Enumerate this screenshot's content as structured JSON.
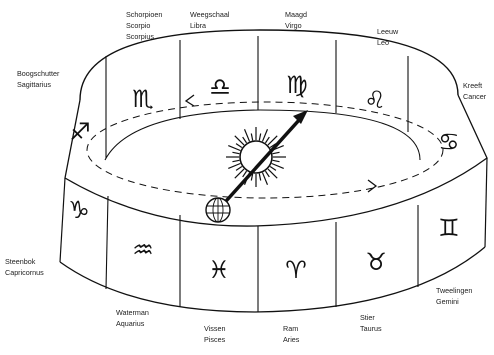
{
  "diagram": {
    "labels": {
      "scorpio": [
        "Schorpioen",
        "Scorpio",
        "Scorpius"
      ],
      "libra": [
        "Weegschaal",
        "Libra"
      ],
      "virgo": [
        "Maagd",
        "Virgo"
      ],
      "leo": [
        "Leeuw",
        "Leo"
      ],
      "cancer": [
        "Kreeft",
        "Cancer"
      ],
      "sagittarius": [
        "Boogschutter",
        "Sagittarius"
      ],
      "capricorn": [
        "Steenbok",
        "Capricornus"
      ],
      "aquarius": [
        "Waterman",
        "Aquarius"
      ],
      "pisces": [
        "Vissen",
        "Pisces"
      ],
      "aries": [
        "Ram",
        "Aries"
      ],
      "taurus": [
        "Stier",
        "Taurus"
      ],
      "gemini": [
        "Tweelingen",
        "Gemini"
      ]
    },
    "symbols": {
      "sagittarius": "♐",
      "scorpio": "♏",
      "libra": "♎",
      "virgo": "♍",
      "leo": "♌",
      "cancer": "♋",
      "capricorn": "♑",
      "aquarius": "♒",
      "pisces": "♓",
      "aries": "♈",
      "taurus": "♉",
      "gemini": "♊"
    }
  }
}
